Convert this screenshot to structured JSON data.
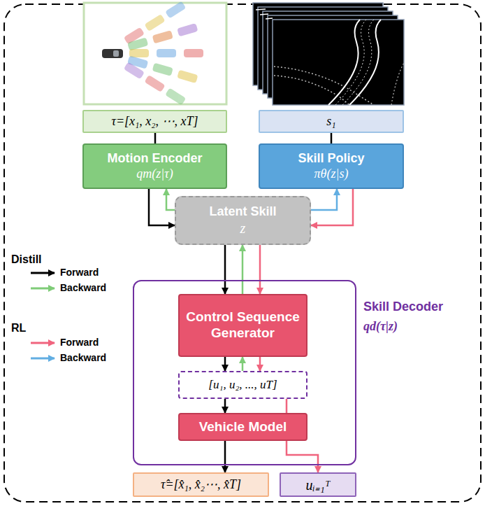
{
  "diagram": {
    "nodes": [
      {
        "text": [
          "τ=[x₁, x₂, ⋯, xT]"
        ]
      },
      {
        "text": [
          "s₁"
        ]
      },
      {
        "text": [
          "Motion Encoder",
          "qm(z|τ)"
        ]
      },
      {
        "text": [
          "Skill Policy",
          "πθ(z|s)"
        ]
      },
      {
        "text": [
          "Latent Skill",
          "z"
        ]
      },
      {
        "text": [
          "Skill Decoder",
          "qd(τ|z)"
        ]
      },
      {
        "text": [
          "Control Sequence Generator"
        ],
        "in": 5
      },
      {
        "text": [
          "[u₁, u₂, ..., uT]"
        ],
        "in": 5
      },
      {
        "text": [
          "Vehicle Model"
        ],
        "in": 5
      },
      {
        "text": [
          "τ̂=[x̂₁, x̂₂⋯, x̂T]"
        ]
      },
      {
        "text": [
          "uᵢ₌₁ᵀ"
        ]
      }
    ],
    "edges": [
      {
        "from": 0,
        "to": 2,
        "arrow": "none"
      },
      {
        "from": 1,
        "to": 3,
        "arrow": "none"
      },
      {
        "from": 2,
        "to": 4,
        "arrow": "to"
      },
      {
        "from": 4,
        "to": 2,
        "arrow": "to"
      },
      {
        "from": 3,
        "to": 4,
        "arrow": "to"
      },
      {
        "from": 4,
        "to": 3,
        "arrow": "to"
      },
      {
        "from": 4,
        "to": 6,
        "arrow": "to"
      },
      {
        "from": 6,
        "to": 4,
        "arrow": "to"
      },
      {
        "from": 4,
        "to": 6,
        "arrow": "to"
      },
      {
        "from": 6,
        "to": 7,
        "arrow": "to"
      },
      {
        "from": 7,
        "to": 6,
        "arrow": "to"
      },
      {
        "from": 6,
        "to": 7,
        "arrow": "to"
      },
      {
        "from": 7,
        "to": 8,
        "arrow": "to"
      },
      {
        "from": 7,
        "to": 10,
        "arrow": "to"
      },
      {
        "from": 8,
        "to": 9,
        "arrow": "to"
      }
    ],
    "labels": [
      "Distill",
      "RL"
    ],
    "legend": [
      {
        "text": "Forward"
      },
      {
        "text": "Backward"
      },
      {
        "text": "Forward"
      },
      {
        "text": "Backward"
      }
    ]
  }
}
